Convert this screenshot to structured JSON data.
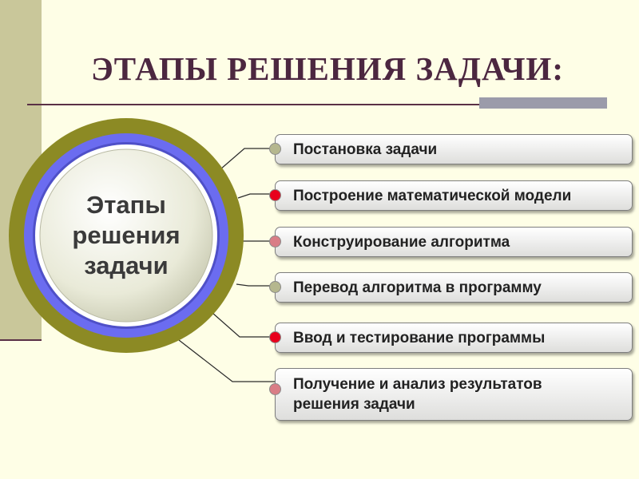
{
  "title": "ЭТАПЫ РЕШЕНИЯ ЗАДАЧИ:",
  "center_label": "Этапы решения задачи",
  "center_lines": [
    "Этапы",
    "решения",
    "задачи"
  ],
  "colors": {
    "outer_ring": "#8c8a24",
    "blue_ring": "#6b6cf0",
    "dot_gray_green": "#b5b78e",
    "dot_red": "#e8001c",
    "dot_pink": "#d97d86"
  },
  "steps": [
    {
      "label": "Постановка задачи",
      "dot": "gray-green"
    },
    {
      "label": "Построение математической модели",
      "dot": "red"
    },
    {
      "label": "Конструирование алгоритма",
      "dot": "pink"
    },
    {
      "label": "Перевод алгоритма в программу",
      "dot": "gray-green"
    },
    {
      "label": "Ввод и тестирование программы",
      "dot": "red"
    },
    {
      "label": "Получение и анализ результатов\nрешения задачи",
      "dot": "pink"
    }
  ]
}
